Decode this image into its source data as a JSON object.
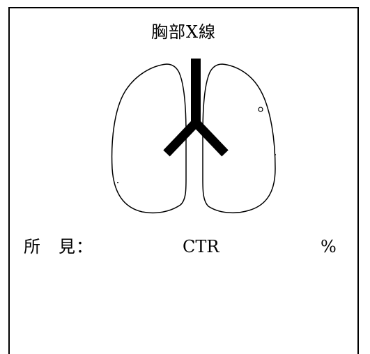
{
  "form": {
    "title": "胸部X線",
    "findings_label": "所　見：",
    "ctr_label": "CTR",
    "ctr_unit": "%",
    "ctr_value": "",
    "notes": ""
  },
  "diagram": {
    "icon": "lungs-diagram-icon",
    "stroke_color": "#000000",
    "fill_color": "#ffffff"
  }
}
